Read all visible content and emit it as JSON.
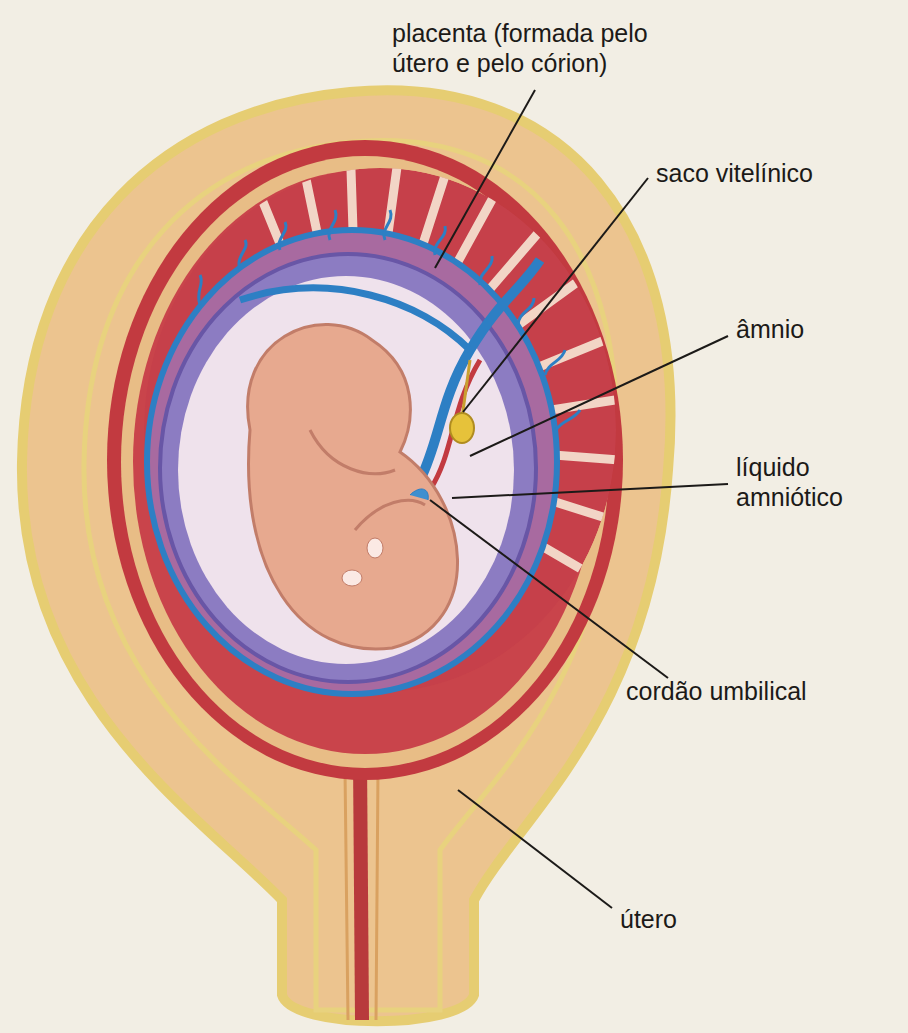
{
  "diagram": {
    "labels": [
      "placenta (formada pelo útero e pelo córion)",
      "saco vitelínico",
      "âmnio",
      "líquido amniótico",
      "cordão umbilical",
      "útero"
    ]
  }
}
